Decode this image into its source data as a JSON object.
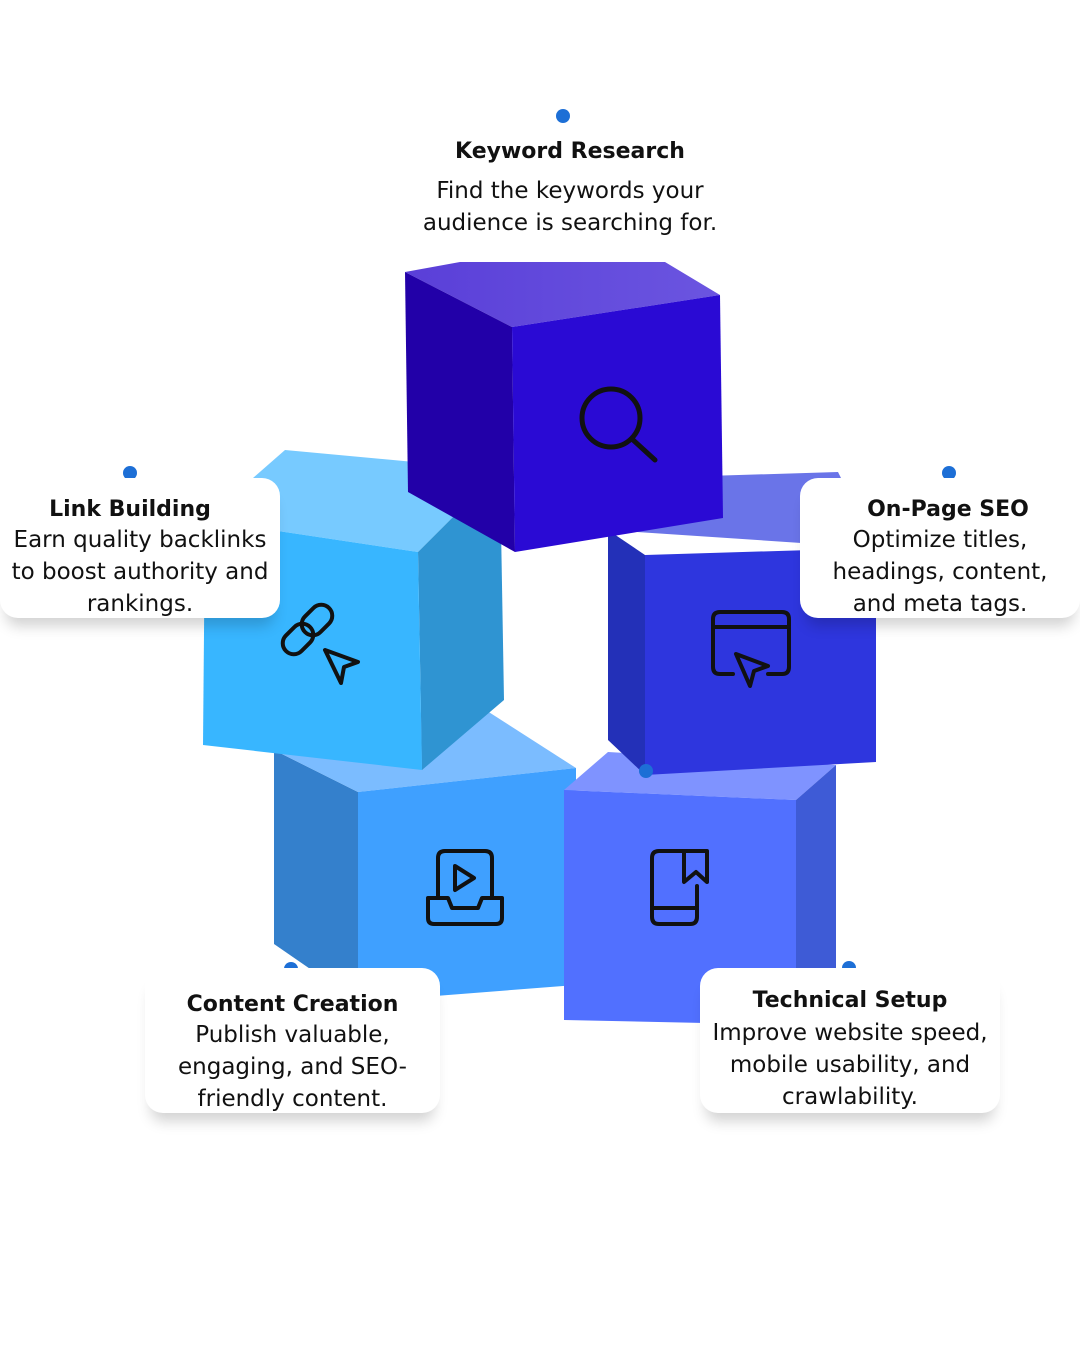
{
  "colors": {
    "dot": "#1d6fd6",
    "keyword_cube": "#2a0ad4",
    "link_cube": "#38b6ff",
    "onpage_cube": "#2e36de",
    "content_cube": "#3fa0ff",
    "technical_cube": "#5170ff",
    "icon_stroke": "#111111"
  },
  "steps": [
    {
      "id": "keyword-research",
      "title": "Keyword Research",
      "desc_lines": [
        "Find the keywords your",
        "audience is searching for."
      ],
      "icon": "search-icon"
    },
    {
      "id": "link-building",
      "title": "Link Building",
      "desc_lines": [
        "Earn quality backlinks",
        "to boost authority and",
        "rankings."
      ],
      "icon": "link-cursor-icon"
    },
    {
      "id": "on-page-seo",
      "title": "On-Page SEO",
      "desc_lines": [
        "Optimize titles,",
        "headings, content,",
        "and meta tags."
      ],
      "icon": "browser-cursor-icon"
    },
    {
      "id": "content-creation",
      "title": "Content Creation",
      "desc_lines": [
        "Publish valuable,",
        "engaging, and SEO-",
        "friendly content."
      ],
      "icon": "video-inbox-icon"
    },
    {
      "id": "technical-setup",
      "title": "Technical Setup",
      "desc_lines": [
        "Improve website speed,",
        "mobile usability, and",
        "crawlability."
      ],
      "icon": "mobile-bookmark-icon"
    }
  ]
}
